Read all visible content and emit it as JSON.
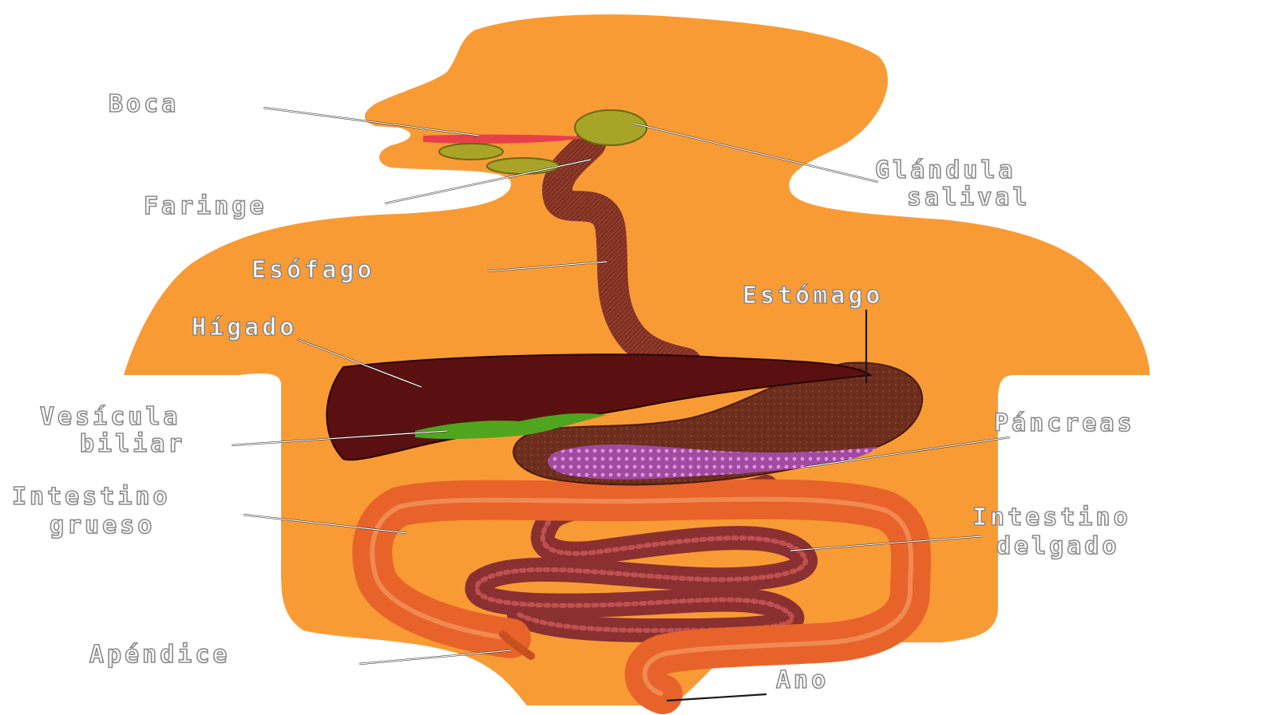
{
  "diagram": {
    "labels": {
      "boca": "Boca",
      "glandula": "Glándula",
      "salival": "salival",
      "faringe": "Faringe",
      "esofago": "Esófago",
      "estomago": "Estómago",
      "higado": "Hígado",
      "vesicula": "Vesícula",
      "biliar": "biliar",
      "pancreas": "Páncreas",
      "intestino_grueso_1": "Intestino",
      "intestino_grueso_2": "grueso",
      "intestino_delgado_1": "Intestino",
      "intestino_delgado_2": "delgado",
      "apendice": "Apéndice",
      "ano": "Ano"
    },
    "colors": {
      "body": "#f99b35",
      "liver": "#5a1010",
      "stomach": "#6e2e1e",
      "esophagus": "#8e3a2a",
      "gallbladder": "#4fa51e",
      "pancreas": "#a04aa0",
      "colon": "#e8632a",
      "small_intestine": "#8a3030",
      "salivary": "#a8a428",
      "mouth": "#e8404a"
    }
  }
}
